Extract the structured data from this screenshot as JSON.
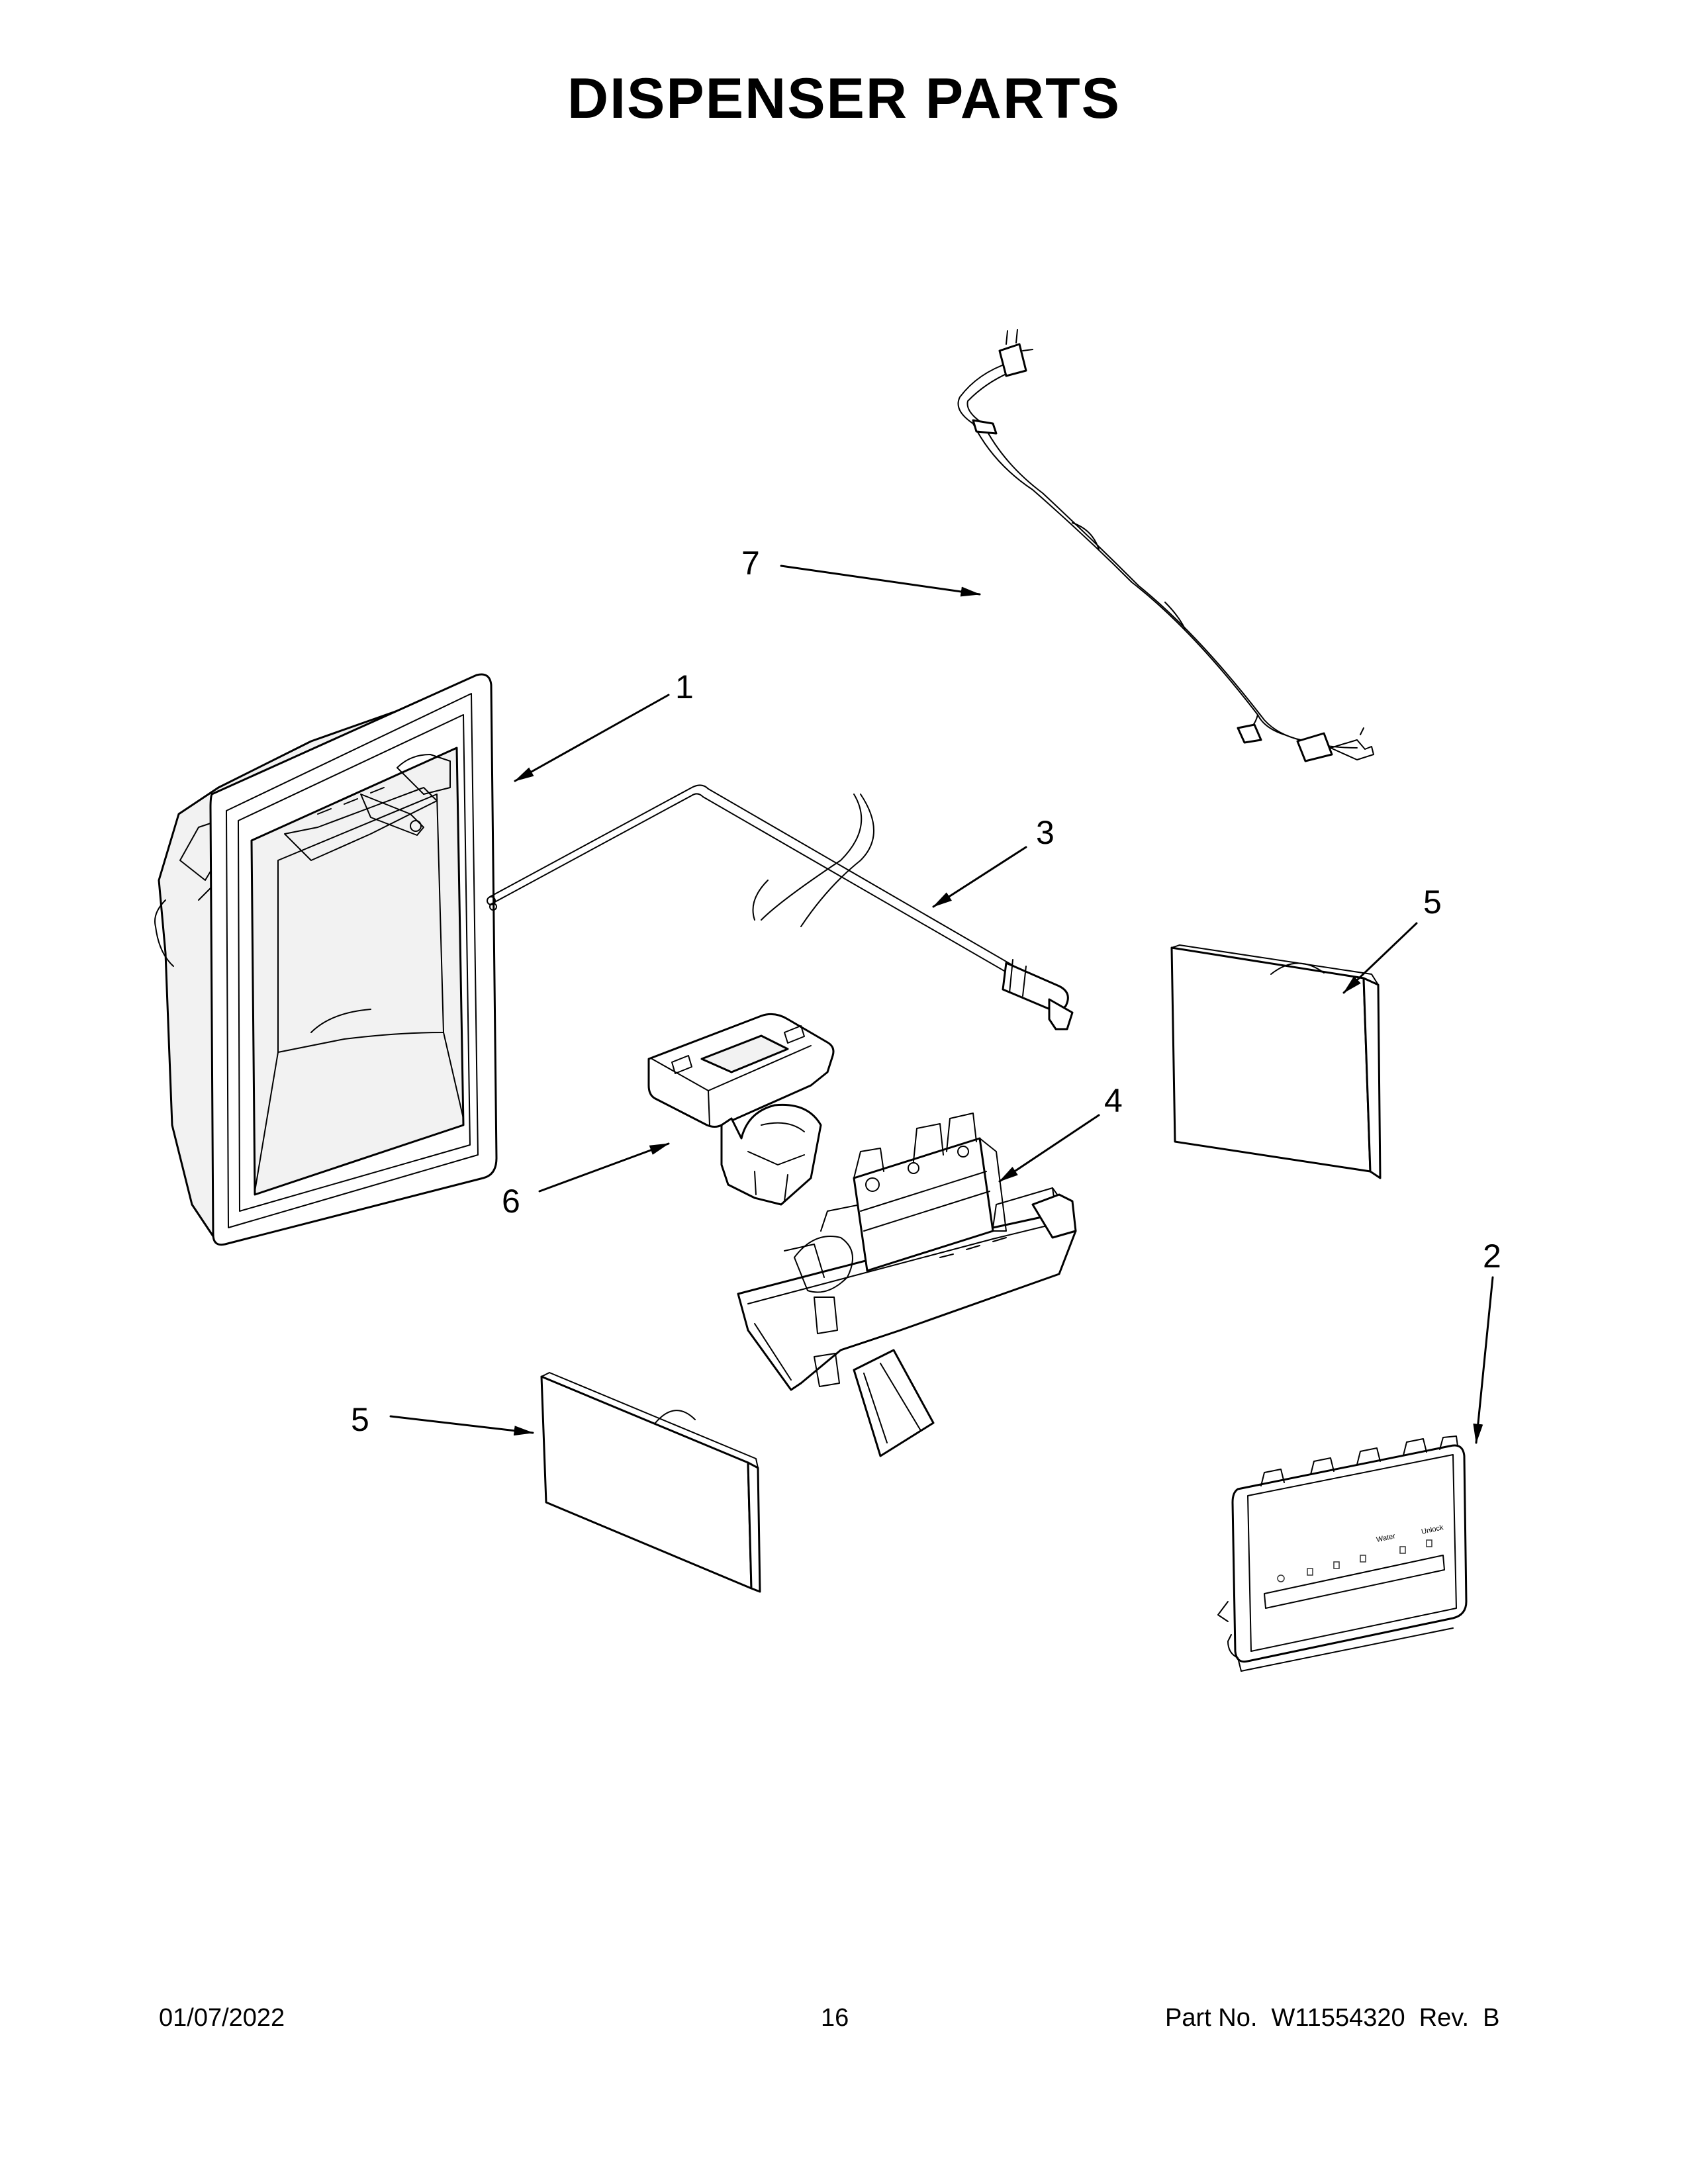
{
  "title": "DISPENSER PARTS",
  "callouts": [
    "1",
    "2",
    "3",
    "4",
    "5",
    "6",
    "7"
  ],
  "footer": {
    "date": "01/07/2022",
    "page": "16",
    "part_no": "Part No.  W11554320  Rev.  B"
  },
  "panel_icons": {
    "labels": [
      "Water",
      "Unlock"
    ]
  }
}
